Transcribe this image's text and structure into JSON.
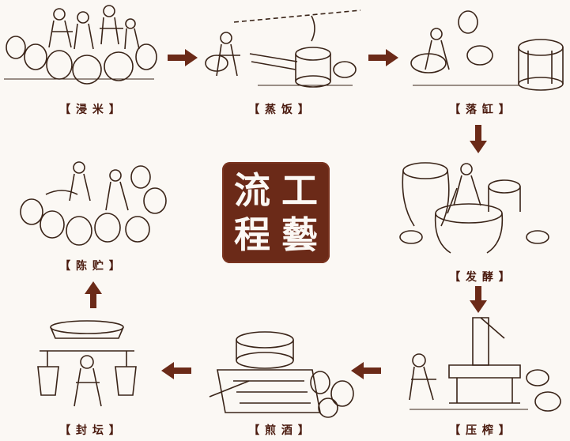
{
  "seal": {
    "chars": [
      "流",
      "程",
      "工",
      "藝"
    ]
  },
  "steps": [
    {
      "label": "【 浸 米 】"
    },
    {
      "label": "【 蒸 饭 】"
    },
    {
      "label": "【 落 缸 】"
    },
    {
      "label": "【 发 酵 】"
    },
    {
      "label": "【 压 榨 】"
    },
    {
      "label": "【 煎 酒 】"
    },
    {
      "label": "【 封 坛 】"
    },
    {
      "label": "【 陈 贮 】"
    }
  ],
  "colors": {
    "ink": "#3a2418",
    "label": "#4a1a0e",
    "seal": "#6b2a18",
    "background": "#fbf8f4"
  }
}
